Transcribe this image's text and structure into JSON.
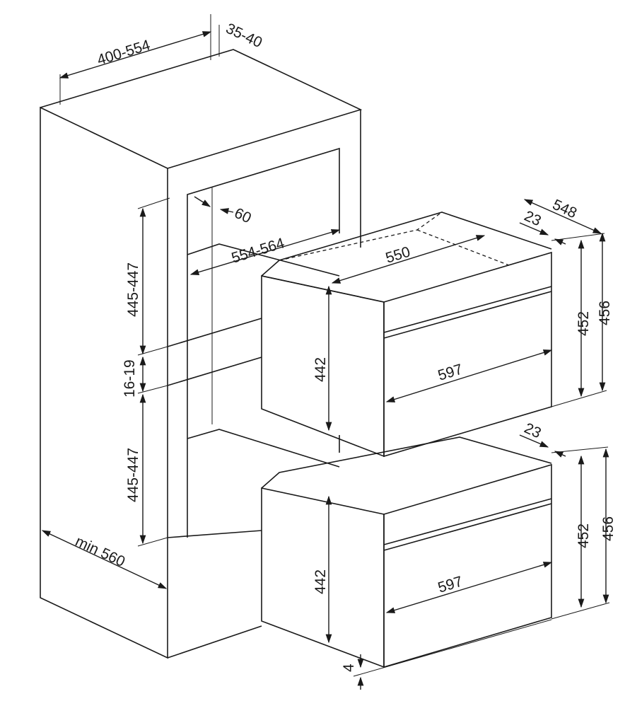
{
  "cabinet": {
    "width_range": "400-554",
    "rear_gap": "35-40",
    "back_depth": "60",
    "inner_width": "554-564",
    "upper_niche_height": "445-447",
    "shelf_thickness": "16-19",
    "lower_niche_height": "445-447",
    "min_depth": "min 560"
  },
  "oven_upper": {
    "depth_body": "550",
    "depth_total": "548",
    "front_offset": "23",
    "body_height": "442",
    "front_height": "452",
    "total_height": "456",
    "width": "597"
  },
  "oven_lower": {
    "front_offset": "23",
    "body_height": "442",
    "front_height": "452",
    "total_height": "456",
    "width": "597",
    "bottom_gap": "4"
  }
}
